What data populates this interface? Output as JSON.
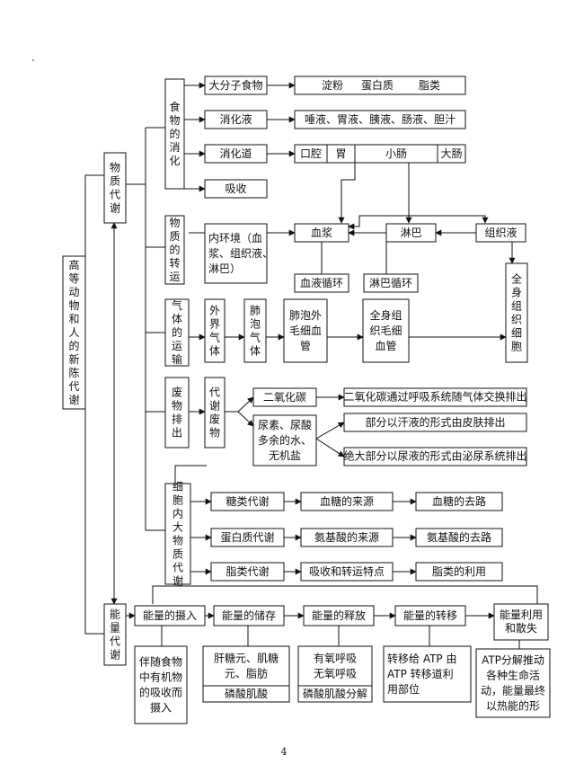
{
  "root": "高等动物和人的新陈代谢",
  "material": "物质代谢",
  "energy": "能量代谢",
  "digestion": {
    "title": "食物的消化",
    "rows": [
      "大分子食物",
      "消化液",
      "消化道",
      "吸收"
    ],
    "macromolecules": [
      "淀粉",
      "蛋白质",
      "脂类"
    ],
    "juices": "唾液、胃液、胰液、肠液、胆汁",
    "tract": [
      "口腔",
      "胃",
      "小肠",
      "大肠"
    ]
  },
  "transport": {
    "title": "物质的转运",
    "internal": [
      "内环境（血",
      "浆、组织液、",
      "淋巴）"
    ],
    "plasma": "血浆",
    "lymph": "淋巴",
    "tissue_fluid": "组织液",
    "blood_circ": "血液循环",
    "lymph_circ": "淋巴循环",
    "body_cells": "全身组织细胞"
  },
  "gas": {
    "title": "气体的运输",
    "external": "外界气体",
    "alveolar": "肺泡气体",
    "pulm_cap": [
      "肺泡外",
      "毛细血",
      "管"
    ],
    "sys_cap": [
      "全身组",
      "织毛细",
      "血管"
    ]
  },
  "waste": {
    "title": "废物排出",
    "metabolic": "代谢废物",
    "co2": "二氧化碳",
    "co2_route": "二氧化碳通过呼吸系统随气体交换排出",
    "urea": [
      "尿素、尿酸",
      "多余的水、",
      "无机盐"
    ],
    "sweat": "部分以汗液的形式由皮肤排出",
    "urine": "绝大部分以尿液的形式由泌尿系统排出"
  },
  "cellular": {
    "title": "细胞内大物质代谢",
    "sugar": [
      "糖类代谢",
      "血糖的来源",
      "血糖的去路"
    ],
    "protein": [
      "蛋白质代谢",
      "氨基酸的来源",
      "氨基酸的去路"
    ],
    "fat": [
      "脂类代谢",
      "吸收和转运特点",
      "脂类的利用"
    ]
  },
  "energy_steps": {
    "intake": "能量的摄入",
    "storage": "能量的储存",
    "release": "能量的释放",
    "transfer": "能量的转移",
    "use": [
      "能量利用",
      "和散失"
    ],
    "intake_desc": [
      "伴随食物",
      "中有机物",
      "的吸收而",
      "摄入"
    ],
    "storage_desc": [
      "肝糖元、肌糖",
      "元、脂肪"
    ],
    "storage_extra": "磷酸肌酸",
    "release_desc": [
      "有氧呼吸",
      "无氧呼吸"
    ],
    "release_extra": "磷酸肌酸分解",
    "transfer_desc": [
      "转移给 ATP 由",
      "ATP 转移道利",
      "用部位"
    ],
    "use_desc": [
      "ATP分解推动",
      "各种生命活",
      "动，能量最终",
      "以热能的形"
    ]
  },
  "page_number": "4"
}
